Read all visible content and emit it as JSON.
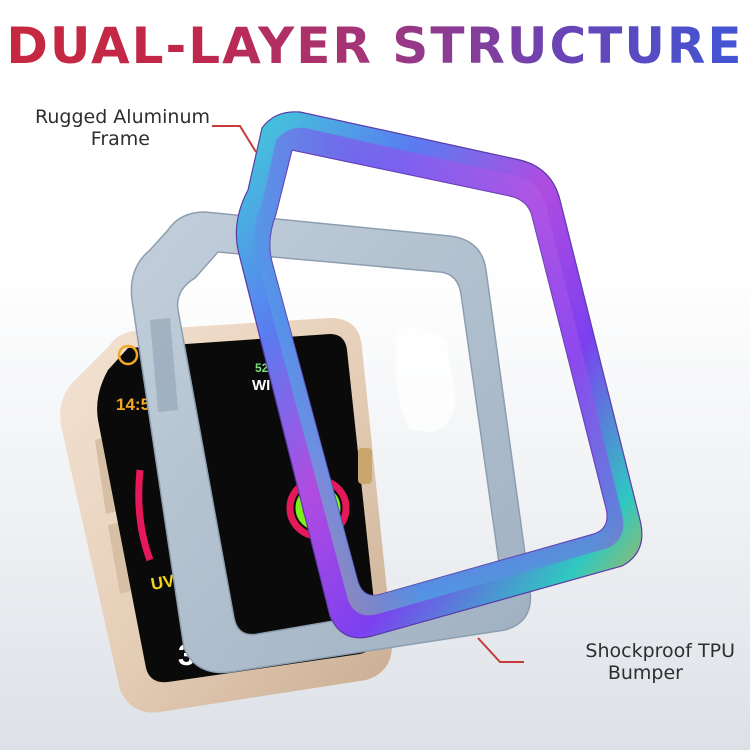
{
  "title": "DUAL-LAYER STRUCTURE",
  "callouts": {
    "frame": {
      "line1": "Rugged Aluminum",
      "line2": "Frame"
    },
    "bumper": {
      "line1": "Shockproof TPU",
      "line2": "Bumper"
    }
  },
  "watch_face": {
    "time": "14:59",
    "active_label": "WITH",
    "small_value": "52",
    "uv_label": "UVI",
    "uv_value": "3.6"
  },
  "colors": {
    "title_gradient": [
      "#c6283e",
      "#a1367c",
      "#3f56d6"
    ],
    "leader_line": "#c63a3a",
    "bumper": "#aab8c6",
    "watch_body": "#e8d4c0"
  }
}
